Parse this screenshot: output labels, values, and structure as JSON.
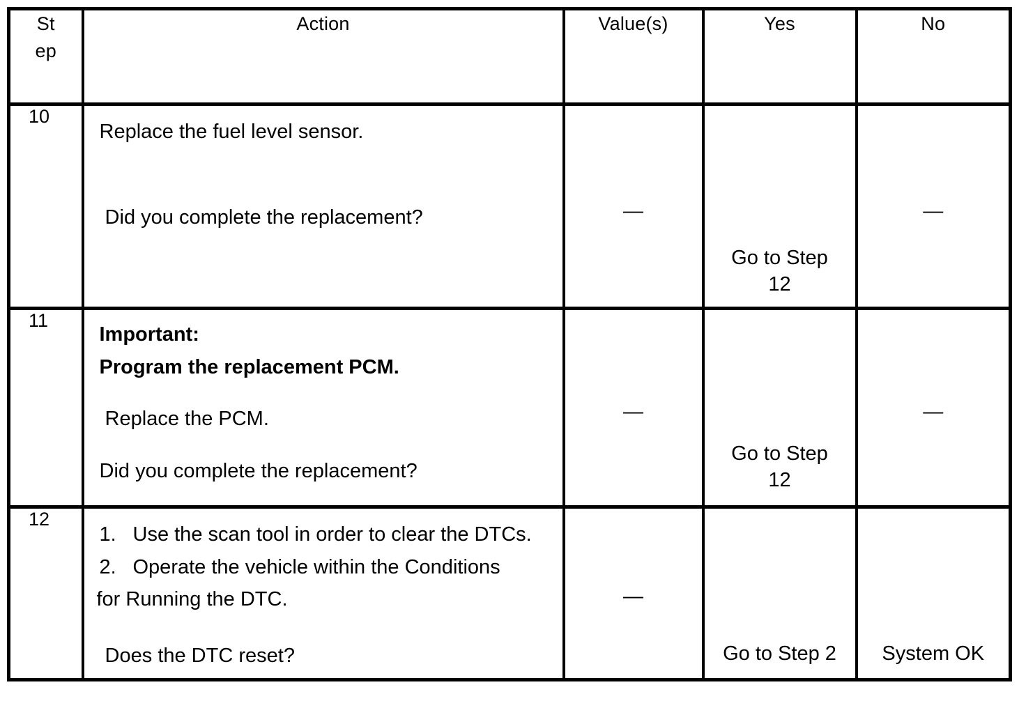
{
  "table": {
    "name": "diagnostic-trouble-code-procedure-table",
    "headers": {
      "step_line1": "St",
      "step_line2": "ep",
      "action": "Action",
      "values": "Value(s)",
      "yes": "Yes",
      "no": "No"
    },
    "rows": [
      {
        "step": "10",
        "action_lines": [
          {
            "text": "Replace the fuel level sensor.",
            "bold": false
          },
          {
            "text": " Did you complete the replacement?",
            "bold": false
          }
        ],
        "value": "—",
        "yes_lines": [
          "Go to Step",
          "12"
        ],
        "no_lines": [
          "—"
        ]
      },
      {
        "step": "11",
        "action_lines": [
          {
            "text": "Important:",
            "bold": true
          },
          {
            "text": "Program the replacement PCM.",
            "bold": true
          },
          {
            "text": " Replace the PCM.",
            "bold": false
          },
          {
            "text": "Did you complete the replacement?",
            "bold": false
          }
        ],
        "value": "—",
        "yes_lines": [
          "Go to Step",
          "12"
        ],
        "no_lines": [
          "—"
        ]
      },
      {
        "step": "12",
        "action_numbered": [
          {
            "num": "1.",
            "text": "Use the scan tool in order to clear the DTCs."
          },
          {
            "num": "2.",
            "text": "Operate the vehicle within the Conditions"
          }
        ],
        "action_continuation": "for Running the DTC.",
        "action_question": " Does the DTC reset?",
        "value": "—",
        "yes_lines": [
          "Go to Step 2"
        ],
        "no_lines": [
          "System OK"
        ]
      }
    ]
  },
  "colors": {
    "ink": "#000000",
    "paper": "#ffffff"
  }
}
